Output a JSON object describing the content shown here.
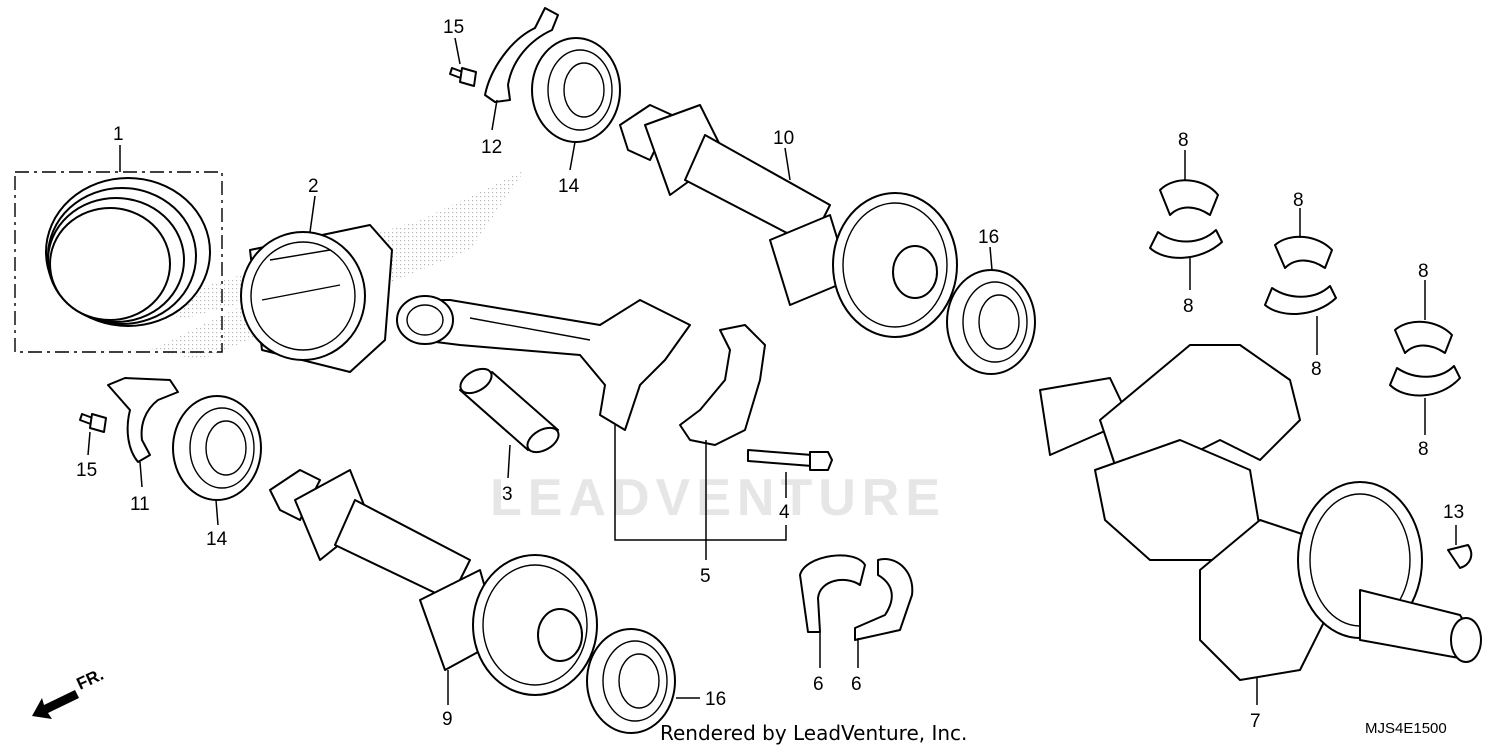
{
  "diagram": {
    "callouts": {
      "c1": "1",
      "c2": "2",
      "c3": "3",
      "c4": "4",
      "c5": "5",
      "c6a": "6",
      "c6b": "6",
      "c7": "7",
      "c8a": "8",
      "c8b": "8",
      "c8c": "8",
      "c8d": "8",
      "c8e": "8",
      "c8f": "8",
      "c9": "9",
      "c10": "10",
      "c11": "11",
      "c12": "12",
      "c13": "13",
      "c14a": "14",
      "c14b": "14",
      "c15a": "15",
      "c15b": "15",
      "c16a": "16",
      "c16b": "16"
    },
    "watermark": "LEADVENTURE",
    "front_indicator": "FR.",
    "footer": "Rendered by LeadVenture, Inc.",
    "diagram_code": "MJS4E1500"
  }
}
